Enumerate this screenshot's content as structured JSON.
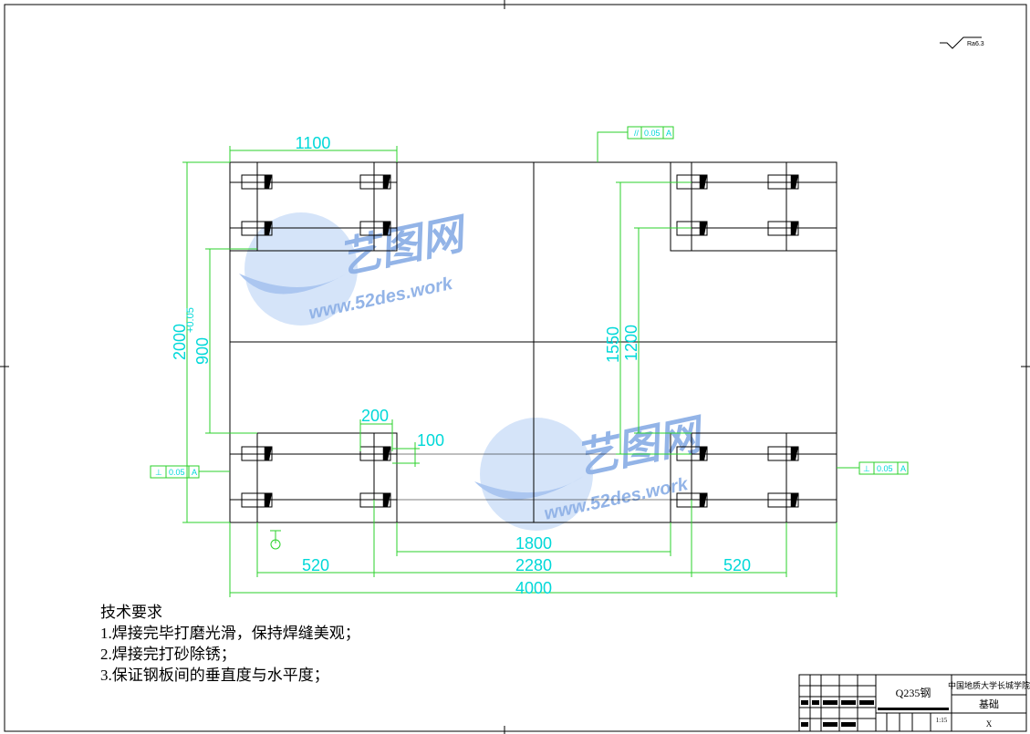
{
  "dimensions": {
    "width_1100": "1100",
    "height_2000": "2000",
    "spacing_900": "900",
    "tol_900": "+0.05",
    "width_200": "200",
    "offset_100": "100",
    "height_1550": "1550",
    "height_1200": "1200",
    "span_1800": "1800",
    "span_520_left": "520",
    "span_2280": "2280",
    "span_520_right": "520",
    "total_4000": "4000"
  },
  "tolerances": {
    "parallel": {
      "symbol": "//",
      "value": "0.05",
      "datum": "A"
    },
    "perp_left": {
      "symbol": "⊥",
      "value": "0.05",
      "datum": "A"
    },
    "perp_right": {
      "symbol": "⊥",
      "value": "0.05",
      "datum": "A"
    }
  },
  "surface_finish": "Ra6.3",
  "notes": {
    "title": "技术要求",
    "items": [
      "1.焊接完毕打磨光滑，保持焊缝美观；",
      "2.焊接完打砂除锈；",
      "3.保证钢板间的垂直度与水平度；"
    ]
  },
  "title_block": {
    "material": "Q235钢",
    "school": "中国地质大学长城学院",
    "part_name": "基础",
    "scale": "1:15",
    "mark": "X"
  },
  "watermark": {
    "brand": "艺图网",
    "url": "www.52des.work"
  }
}
